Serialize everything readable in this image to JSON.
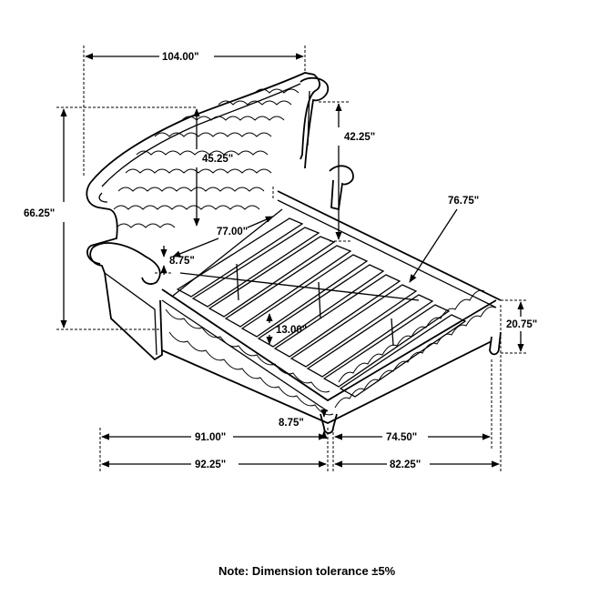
{
  "dimensions": {
    "overall_width": "104.00\"",
    "overall_height": "66.25\"",
    "headboard_height": "45.25\"",
    "footrail_to_headboard_top": "42.25\"",
    "diagonal": "76.75\"",
    "inner_length": "77.00\"",
    "side_rail_clearance": "8.75\"",
    "slat_depth": "13.00\"",
    "footboard_height": "20.75\"",
    "leg_height": "8.75\"",
    "side_length_inner": "91.00\"",
    "side_length_outer": "92.25\"",
    "foot_width_inner": "74.50\"",
    "foot_width_outer": "82.25\""
  },
  "note": "Note: Dimension tolerance ±5%",
  "colors": {
    "ink": "#000000",
    "background": "#ffffff"
  }
}
